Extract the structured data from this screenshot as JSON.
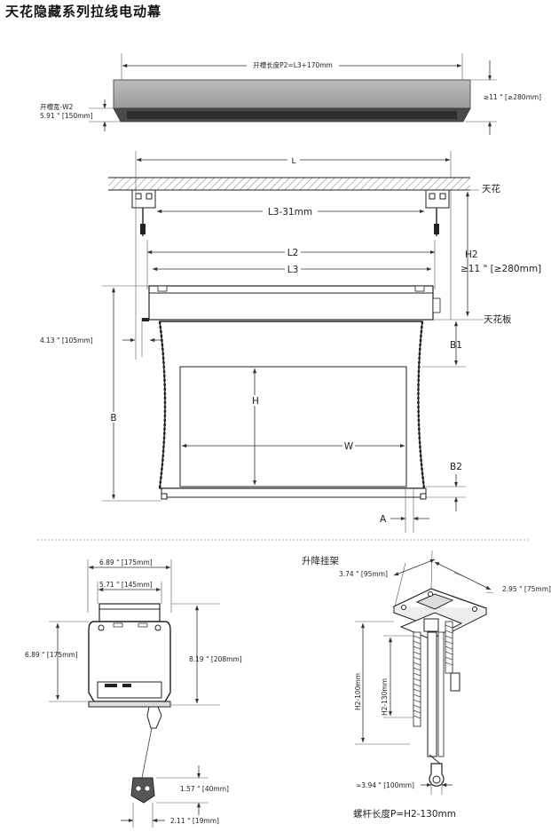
{
  "title": "天花隐藏系列拉线电动幕",
  "top_view": {
    "slot_length": "开槽长度P2=L3+170mm",
    "slot_width_label": "开槽宽-W2",
    "slot_width_value": "5.91 \" [150mm]",
    "height_280": "≥11 \" [≥280mm]"
  },
  "front_view": {
    "L": "L",
    "ceiling": "天花",
    "L3_31": "L3-31mm",
    "L2": "L2",
    "L3": "L3",
    "H2": "H2",
    "H2_value": "≥11 \" [≥280mm]",
    "ceiling_board": "天花板",
    "left_105": "4.13 \" [105mm]",
    "B1": "B1",
    "B": "B",
    "H": "H",
    "W": "W",
    "B2": "B2",
    "A": "A"
  },
  "side_view": {
    "w175": "6.89 \" [175mm]",
    "w145": "5.71 \" [145mm]",
    "h175": "6.89 \" [175mm]",
    "h208": "8.19 \" [208mm]",
    "h40": "1.57 \" [40mm]",
    "w19": "2.11 \" [19mm]"
  },
  "bracket_view": {
    "title": "升降挂架",
    "w95": "3.74 \" [95mm]",
    "w75": "2.95 \" [75mm]",
    "h2_100": "H2-100mm",
    "h2_130": "H2-130mm",
    "w100": "≈3.94 \" [100mm]",
    "rod_length": "螺杆长度P=H2-130mm"
  }
}
